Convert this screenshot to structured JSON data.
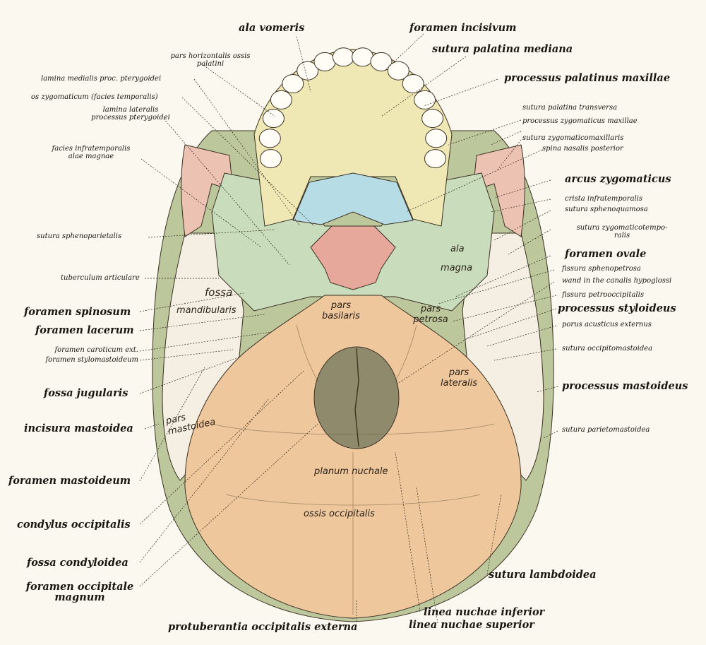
{
  "colors": {
    "occipital": "#efc79c",
    "palatine_maxilla": "#efe8b4",
    "sphenoid": "#c9dcbc",
    "vomer": "#e7a89c",
    "palatine": "#b6dde6",
    "zygomatic": "#ecc3b3",
    "temporal": "#f4efe2",
    "foramen": "#8f8a6c",
    "parietal": "#bdc79c"
  },
  "labels_top": {
    "ala_vomeris": "ala vomeris",
    "foramen_incisivum": "foramen incisivum",
    "sutura_palatina_mediana": "sutura palatina mediana",
    "pars_horizontalis_1": "pars horizontalis ossis",
    "pars_horizontalis_2": "palatini",
    "processus_palatinus_maxillae": "processus palatinus maxillae"
  },
  "labels_left": {
    "lamina_medialis": "lamina medialis proc. pterygoidei",
    "os_zygomaticum": "os zygomaticum (facies temporalis)",
    "lamina_lateralis_1": "lamina lateralis",
    "lamina_lateralis_2": "processus pterygoidei",
    "facies_infratemporalis_1": "facies infratemporalis",
    "facies_infratemporalis_2": "alae magnae",
    "sutura_sphenoparietalis": "sutura sphenoparietalis",
    "tuberculum_articulare": "tuberculum articulare",
    "foramen_spinosum": "foramen spinosum",
    "foramen_lacerum": "foramen lacerum",
    "foramen_caroticum": "foramen caroticum ext.",
    "foramen_stylomastoideum": "foramen stylomastoideum",
    "fossa_jugularis": "fossa jugularis",
    "incisura_mastoidea": "incisura mastoidea",
    "foramen_mastoideum": "foramen mastoideum",
    "condylus_occipitalis": "condylus occipitalis",
    "fossa_condyloidea": "fossa condyloidea",
    "foramen_occipitale_1": "foramen occipitale",
    "foramen_occipitale_2": "magnum"
  },
  "labels_right": {
    "sutura_palatina_transversa": "sutura palatina transversa",
    "processus_zygomaticus_maxillae": "processus zygomaticus maxillae",
    "sutura_zygomaticomaxillaris": "sutura zygomaticomaxillaris",
    "spina_nasalis_posterior": "spina nasalis posterior",
    "arcus_zygomaticus": "arcus zygomaticus",
    "crista_infratemporalis": "crista infratemporalis",
    "sutura_sphenoquamosa": "sutura sphenoquamosa",
    "sutura_zygomaticotemporalis_1": "sutura zygomaticotempo-",
    "sutura_zygomaticotemporalis_2": "ralis",
    "foramen_ovale": "foramen ovale",
    "fissura_sphenopetrosa": "fissura sphenopetrosa",
    "wand_canalis": "wand in the canalis hypoglossi",
    "fissura_petrooccipitalis": "fissura petrooccipitalis",
    "processus_styloideus": "processus styloideus",
    "porus_acusticus": "porus acusticus externus",
    "sutura_occipitomastoidea": "sutura occipitomastoidea",
    "processus_mastoideus": "processus mastoideus",
    "sutura_parietomastoidea": "sutura parietomastoidea",
    "sutura_lambdoidea": "sutura lambdoidea"
  },
  "labels_bottom": {
    "linea_nuchae_inferior": "linea nuchae inferior",
    "linea_nuchae_superior": "linea nuchae superior",
    "protuberantia": "protuberantia occipitalis externa"
  },
  "inside": {
    "ala": "ala",
    "magna": "magna",
    "fossa": "fossa",
    "mandibularis": "mandibularis",
    "pars_basilaris_1": "pars",
    "pars_basilaris_2": "basilaris",
    "pars_petrosa_1": "pars",
    "pars_petrosa_2": "petrosa",
    "pars_lateralis_1": "pars",
    "pars_lateralis_2": "lateralis",
    "pars_mastoidea_1": "pars",
    "pars_mastoidea_2": "mastoidea",
    "planum_nuchale": "planum nuchale",
    "ossis_occipitalis": "ossis occipitalis"
  }
}
